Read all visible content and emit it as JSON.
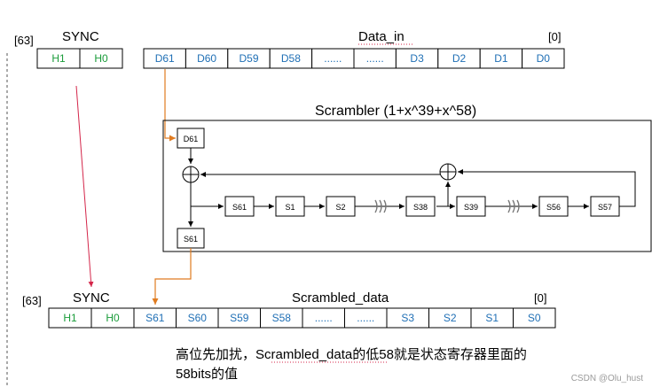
{
  "top": {
    "left_index": "[63]",
    "sync_label": "SYNC",
    "data_label": "Data_in",
    "right_index": "[0]",
    "sync_cells": [
      "H1",
      "H0"
    ],
    "data_cells": [
      "D61",
      "D60",
      "D59",
      "D58",
      "......",
      "......",
      "D3",
      "D2",
      "D1",
      "D0"
    ]
  },
  "scrambler": {
    "title": "Scrambler (1+x^39+x^58)",
    "input_reg": "D61",
    "output_reg": "S61",
    "chain": [
      "S61",
      "S1",
      "S2",
      "S38",
      "S39",
      "S56",
      "S57"
    ]
  },
  "bottom": {
    "left_index": "[63]",
    "sync_label": "SYNC",
    "data_label": "Scrambled_data",
    "right_index": "[0]",
    "sync_cells": [
      "H1",
      "H0"
    ],
    "data_cells": [
      "S61",
      "S60",
      "S59",
      "S58",
      "......",
      "......",
      "S3",
      "S2",
      "S1",
      "S0"
    ]
  },
  "note": {
    "line1": "高位先加扰，Scrambled_data的低58就是状态寄存器里面的",
    "line2": "58bits的值"
  },
  "watermark": "CSDN @Olu_hust",
  "colors": {
    "sync_text": "#1a9c3a",
    "data_text": "#1f6fb5",
    "orange": "#e07b20",
    "red": "#d4264a"
  }
}
